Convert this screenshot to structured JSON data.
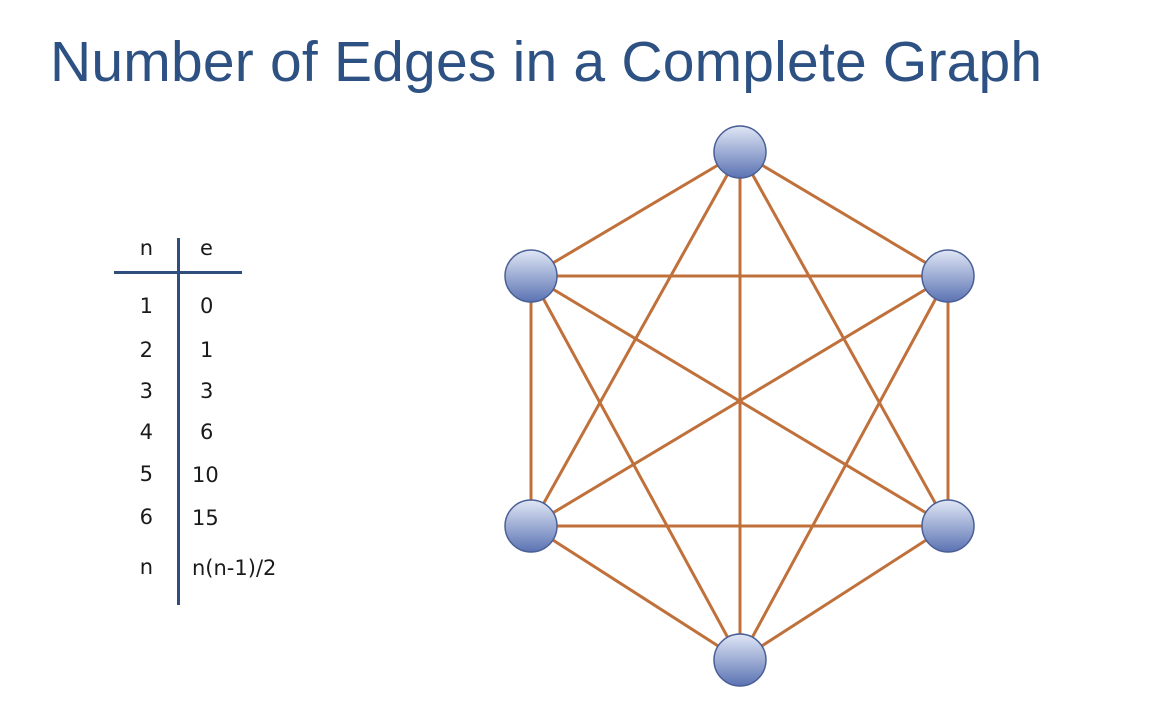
{
  "title": "Number of Edges in a Complete Graph",
  "table": {
    "header": {
      "n": "n",
      "e": "e"
    },
    "rows": [
      {
        "n": "1",
        "e": "0"
      },
      {
        "n": "2",
        "e": "1"
      },
      {
        "n": "3",
        "e": "3"
      },
      {
        "n": "4",
        "e": "6"
      },
      {
        "n": "5",
        "e": "10"
      },
      {
        "n": "6",
        "e": "15"
      },
      {
        "n": "n",
        "e": "n(n-1)/2"
      }
    ]
  },
  "graph": {
    "vertex_count": 6,
    "edge_color": "#c0703a",
    "vertex_fill_top": "#dfe6f5",
    "vertex_fill_bottom": "#5b73b3",
    "vertex_stroke": "#4a5f96"
  }
}
